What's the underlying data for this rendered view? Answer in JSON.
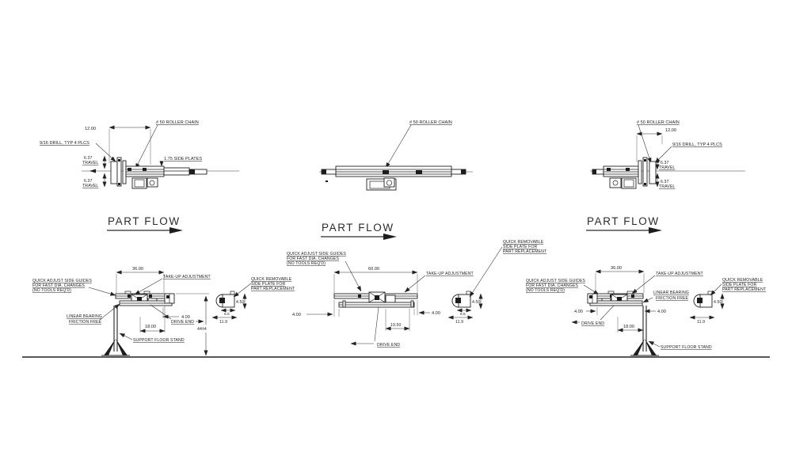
{
  "drawing": {
    "labels": {
      "part_flow": "PART FLOW",
      "roller_chain": "# 50 ROLLER CHAIN",
      "drill_note": "9/16 DRILL, TYP 4 PLCS",
      "travel_value": "6.37",
      "travel_word": "TRAVEL",
      "side_plates": "1.75 SIDE PLATES",
      "quick_adjust_1": "QUICK ADJUST SIDE GUIDES",
      "quick_adjust_2": "FOR FAST DIA. CHANGES",
      "quick_adjust_3": "(NO TOOLS REQ'D)",
      "quick_removable_1": "QUICK REMOVABLE",
      "quick_removable_2": "SIDE PLATE FOR",
      "quick_removable_3": "PART REPLACEMENT",
      "take_up": "TAKE-UP ADJUSTMENT",
      "linear_bearing_1": "LINEAR BEARING",
      "linear_bearing_2": "FRICTION FREE",
      "drive_end": "DRIVE END",
      "support_stand": "SUPPORT FLOOR STAND"
    },
    "dims": {
      "top_width": "12.00",
      "length_36": "36.00",
      "length_60": "60.00",
      "offset_4": "4.00",
      "height_4_5": "4.50",
      "width_6_5": "6.5",
      "width_11_9": "11.9",
      "spacing_18": "18.00",
      "spacing_19_5": "19.50",
      "floor_height": "44±4"
    }
  }
}
